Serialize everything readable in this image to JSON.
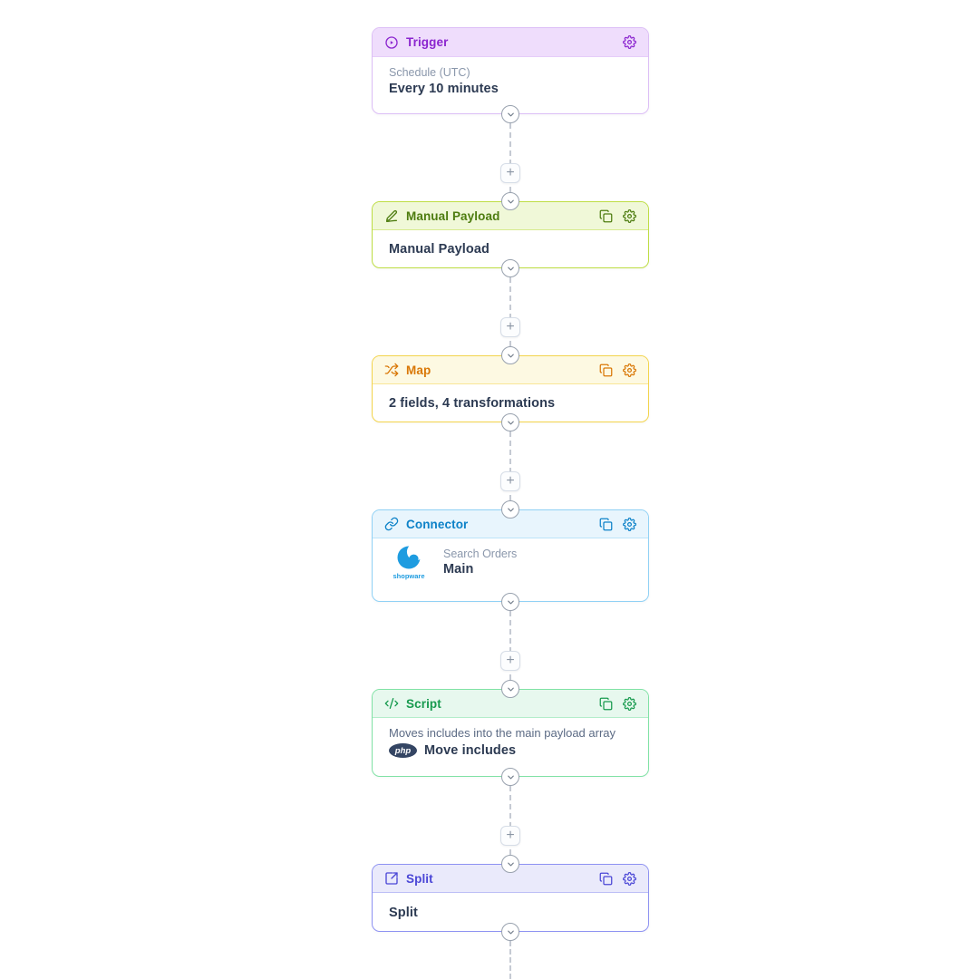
{
  "ui": {
    "plus_label": "+",
    "connector_line_color": "#c5cad3",
    "port_border_color": "#98a1ae",
    "text_dark": "#2c3a52",
    "text_gray": "#8a97ab"
  },
  "nodes": [
    {
      "id": "trigger",
      "title": "Trigger",
      "icon": "play-circle-icon",
      "accent": "#8b25cf",
      "header_bg": "#efddfc",
      "border_color": "#dcbef6",
      "actions": [
        "settings"
      ],
      "body": {
        "kind": "label-value",
        "label": "Schedule (UTC)",
        "value": "Every 10 minutes"
      }
    },
    {
      "id": "manual-payload",
      "title": "Manual Payload",
      "icon": "signature-icon",
      "accent": "#4d7c0f",
      "header_bg": "#f0f8d8",
      "border_color": "#bedd44",
      "actions": [
        "duplicate",
        "settings"
      ],
      "body": {
        "kind": "value",
        "value": "Manual Payload"
      }
    },
    {
      "id": "map",
      "title": "Map",
      "icon": "shuffle-icon",
      "accent": "#d97706",
      "header_bg": "#fdf9e2",
      "border_color": "#f3d44c",
      "actions": [
        "duplicate",
        "settings"
      ],
      "body": {
        "kind": "value",
        "value": "2 fields, 4 transformations"
      }
    },
    {
      "id": "connector",
      "title": "Connector",
      "icon": "link-icon",
      "accent": "#0d82c8",
      "header_bg": "#e8f5fd",
      "border_color": "#90d1f5",
      "actions": [
        "duplicate",
        "settings"
      ],
      "body": {
        "kind": "app",
        "app_logo": "shopware-logo",
        "logo_text": "shopware",
        "label": "Search Orders",
        "value": "Main"
      }
    },
    {
      "id": "script",
      "title": "Script",
      "icon": "code-icon",
      "accent": "#179a4e",
      "header_bg": "#e7f8ee",
      "border_color": "#80e2a5",
      "actions": [
        "duplicate",
        "settings"
      ],
      "body": {
        "kind": "script",
        "description": "Moves includes into the main payload array",
        "badge": "php",
        "value": "Move includes"
      }
    },
    {
      "id": "split",
      "title": "Split",
      "icon": "split-icon",
      "accent": "#4a46d6",
      "header_bg": "#eaeafb",
      "border_color": "#8e92f2",
      "actions": [
        "duplicate",
        "settings"
      ],
      "body": {
        "kind": "value",
        "value": "Split"
      }
    }
  ]
}
